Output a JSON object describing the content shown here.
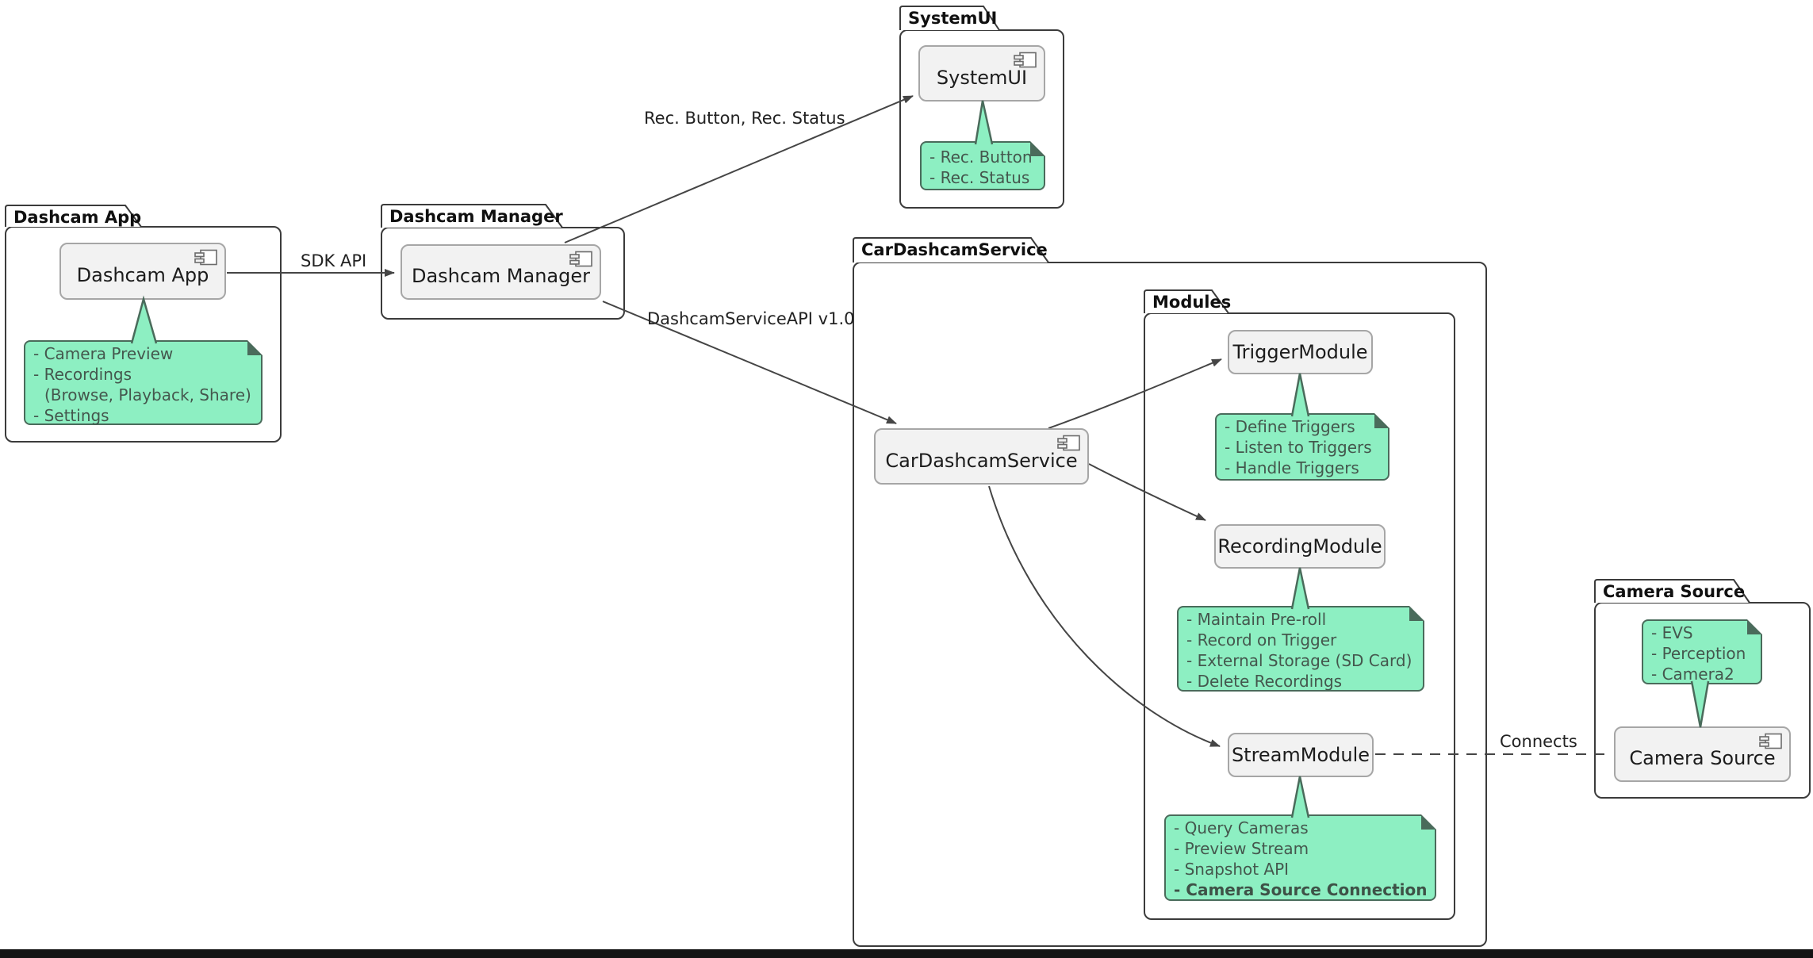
{
  "colors": {
    "background": "#FFFFFF",
    "note_fill": "#8DEFC2",
    "note_border": "#4A6B5B",
    "component_fill": "#F2F2F2",
    "component_border": "#A6A6A6",
    "package_border": "#3B3B3B",
    "line_color": "#454545",
    "bottom_bar": "#141414"
  },
  "packages": {
    "dashcam_app": {
      "label": "Dashcam App"
    },
    "dashcam_manager": {
      "label": "Dashcam Manager"
    },
    "systemui": {
      "label": "SystemUI"
    },
    "car_dashcam_service": {
      "label": "CarDashcamService"
    },
    "modules": {
      "label": "Modules"
    },
    "camera_source": {
      "label": "Camera Source"
    }
  },
  "components": {
    "dashcam_app": {
      "label": "Dashcam App"
    },
    "dashcam_manager": {
      "label": "Dashcam Manager"
    },
    "systemui": {
      "label": "SystemUI"
    },
    "car_dashcam_service": {
      "label": "CarDashcamService"
    },
    "trigger_module": {
      "label": "TriggerModule"
    },
    "recording_module": {
      "label": "RecordingModule"
    },
    "stream_module": {
      "label": "StreamModule"
    },
    "camera_source": {
      "label": "Camera Source"
    }
  },
  "notes": {
    "dashcam_app": {
      "lines": [
        "- Camera Preview",
        "- Recordings",
        "(Browse, Playback, Share)",
        "- Settings"
      ]
    },
    "systemui": {
      "lines": [
        "- Rec. Button",
        "- Rec. Status"
      ]
    },
    "trigger_module": {
      "lines": [
        "- Define Triggers",
        "- Listen to Triggers",
        "- Handle Triggers"
      ]
    },
    "recording_module": {
      "lines": [
        "- Maintain Pre-roll",
        "- Record on Trigger",
        "- External Storage (SD Card)",
        "- Delete Recordings"
      ]
    },
    "stream_module": {
      "lines": [
        "- Query Cameras",
        "- Preview Stream",
        "- Snapshot API",
        "- Camera Source Connection"
      ]
    },
    "camera_source": {
      "lines": [
        "- EVS",
        "- Perception",
        "- Camera2"
      ]
    }
  },
  "edges": {
    "sdk_api": {
      "label": "SDK API"
    },
    "rec_button_status": {
      "label": "Rec. Button, Rec. Status"
    },
    "dashcam_service_api": {
      "label": "DashcamServiceAPI v1.0"
    },
    "connects": {
      "label": "Connects"
    }
  }
}
